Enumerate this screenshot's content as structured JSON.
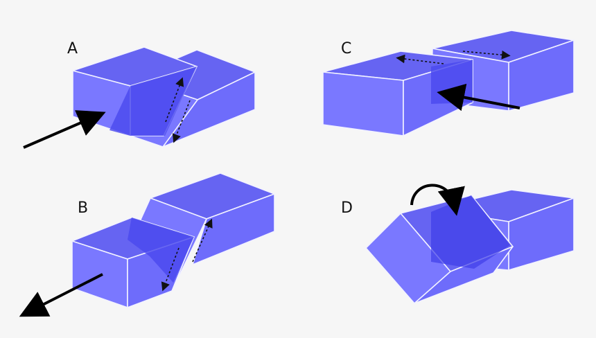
{
  "panels": {
    "a": {
      "label": "A"
    },
    "b": {
      "label": "B"
    },
    "c": {
      "label": "C"
    },
    "d": {
      "label": "D"
    }
  },
  "colors": {
    "background": "#f6f6f6",
    "block_front": "#7a78ff",
    "block_top": "#6664f2",
    "overlap": "#4b49ee",
    "edges": "#f2f2ff",
    "arrows": "#000000"
  }
}
